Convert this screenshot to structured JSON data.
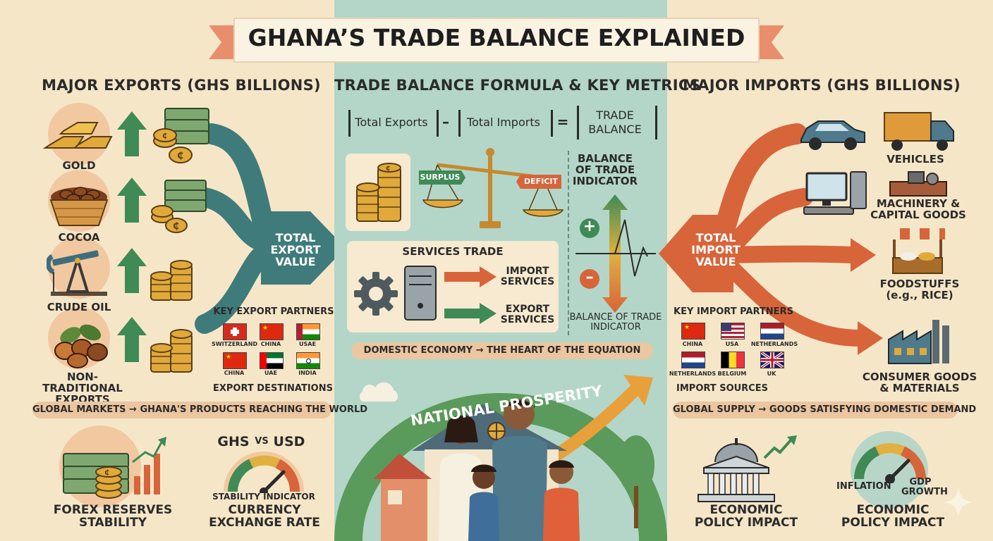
{
  "title": "GHANA’S TRADE BALANCE EXPLAINED",
  "exports": {
    "header": "MAJOR EXPORTS (GHS BILLIONS)",
    "items": [
      "GOLD",
      "COCOA",
      "CRUDE OIL",
      "NON-TRADITIONAL EXPORTS"
    ],
    "total_label": "TOTAL EXPORT VALUE",
    "partners_header": "KEY EXPORT PARTNERS",
    "partners": [
      "SWITZERLAND",
      "CHINA",
      "USAE",
      "CHINA",
      "UAE",
      "INDIA"
    ],
    "destinations_label": "EXPORT DESTINATIONS",
    "band": "GLOBAL MARKETS → GHANA'S PRODUCTS REACHING THE WORLD"
  },
  "center": {
    "header": "TRADE BALANCE FORMULA & KEY METRICS",
    "formula": {
      "a": "Total Exports",
      "minus": "–",
      "b": "Total Imports",
      "equals": "=",
      "result_line1": "TRADE",
      "result_line2": "BALANCE"
    },
    "scale": {
      "left": "SURPLUS",
      "right": "DEFICIT"
    },
    "indicator_top": "BALANCE OF TRADE INDICATOR",
    "indicator_bottom": "BALANCE OF TRADE INDICATOR",
    "plus": "+",
    "minus_sign": "–",
    "services": {
      "header": "SERVICES TRADE",
      "import": "IMPORT SERVICES",
      "export": "EXPORT SERVICES"
    },
    "band": "DOMESTIC ECONOMY → THE HEART OF THE EQUATION",
    "prosperity": "NATIONAL PROSPERITY"
  },
  "imports": {
    "header": "MAJOR IMPORTS (GHS BILLIONS)",
    "items": [
      "VEHICLES",
      "MACHINERY & CAPITAL GOODS",
      "FOODSTUFFS (e.g., RICE)",
      "CONSUMER GOODS & MATERIALS"
    ],
    "total_label": "TOTAL IMPORT VALUE",
    "partners_header": "KEY IMPORT PARTNERS",
    "partners": [
      "CHINA",
      "USA",
      "NETHERLANDS",
      "NETHERLANDS",
      "BELGIUM",
      "UK"
    ],
    "sources_label": "IMPORT SOURCES",
    "band": "GLOBAL SUPPLY → GOODS SATISFYING DOMESTIC DEMAND"
  },
  "bottom": {
    "forex": "FOREX RESERVES STABILITY",
    "ghs_usd": {
      "ghs": "GHS",
      "vs": "VS",
      "usd": "USD"
    },
    "stability": "STABILITY INDICATOR",
    "currency": "CURRENCY EXCHANGE RATE",
    "policy1": "ECONOMIC POLICY IMPACT",
    "inflation": "INFLATION",
    "gdp": "GDP GROWTH",
    "policy2": "ECONOMIC POLICY IMPACT"
  },
  "colors": {
    "background": "#f6e6c8",
    "center_panel": "#b3d6c8",
    "teal_arrow": "#3f7b7b",
    "orange_arrow": "#d8643a",
    "green_arrow": "#3f8a55",
    "band": "#ebc6a0",
    "gold": "#e0a93a"
  },
  "icons": [
    "gold-bars-icon",
    "cocoa-basket-icon",
    "oil-pump-icon",
    "nuts-icon",
    "cash-stack-icon",
    "coin-stack-icon",
    "balance-scale-icon",
    "gear-icon",
    "server-icon",
    "car-icon",
    "truck-icon",
    "computer-icon",
    "machinery-icon",
    "market-stall-icon",
    "factory-icon",
    "government-building-icon",
    "gauge-icon",
    "house-icon",
    "family-icon",
    "tree-icon",
    "sparkle-icon"
  ]
}
